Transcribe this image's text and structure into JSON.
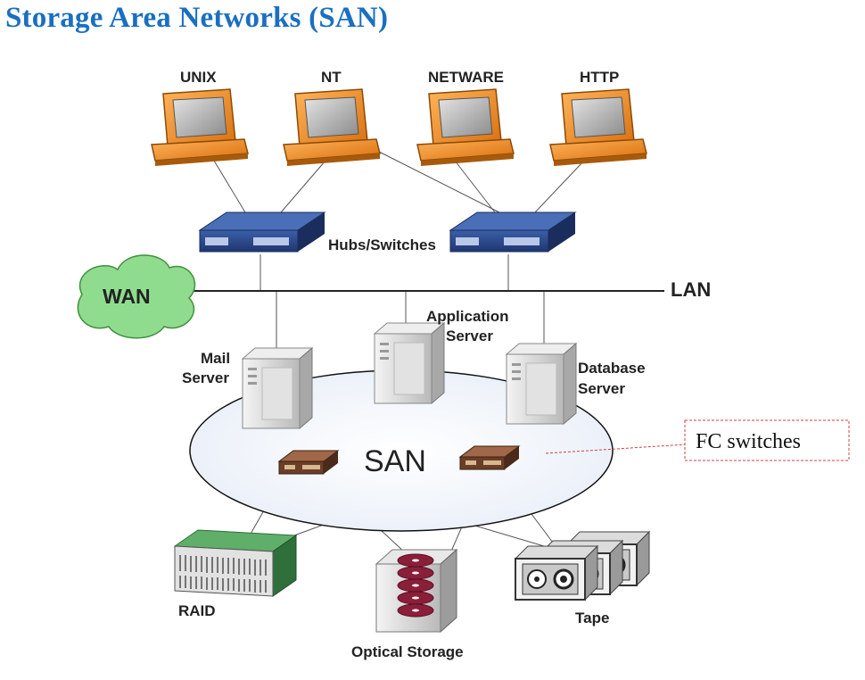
{
  "title": "Storage Area Networks (SAN)",
  "clients": [
    "UNIX",
    "NT",
    "NETWARE",
    "HTTP"
  ],
  "labels": {
    "hubs_switches": "Hubs/Switches",
    "wan": "WAN",
    "lan": "LAN",
    "mail_server_line1": "Mail",
    "mail_server_line2": "Server",
    "app_server_line1": "Application",
    "app_server_line2": "Server",
    "db_server_line1": "Database",
    "db_server_line2": "Server",
    "san": "SAN",
    "fc_switches": "FC switches",
    "raid": "RAID",
    "optical_storage": "Optical Storage",
    "tape": "Tape"
  },
  "colors": {
    "title": "#1a6fc1",
    "monitor": "#f08a1c",
    "hub": "#2b4a8c",
    "wan_cloud": "#7fd37f",
    "fc_switch": "#7a4a33",
    "raid": "#3f8f4a",
    "optical_disc": "#8a1f3a",
    "callout_border": "#d04040"
  }
}
